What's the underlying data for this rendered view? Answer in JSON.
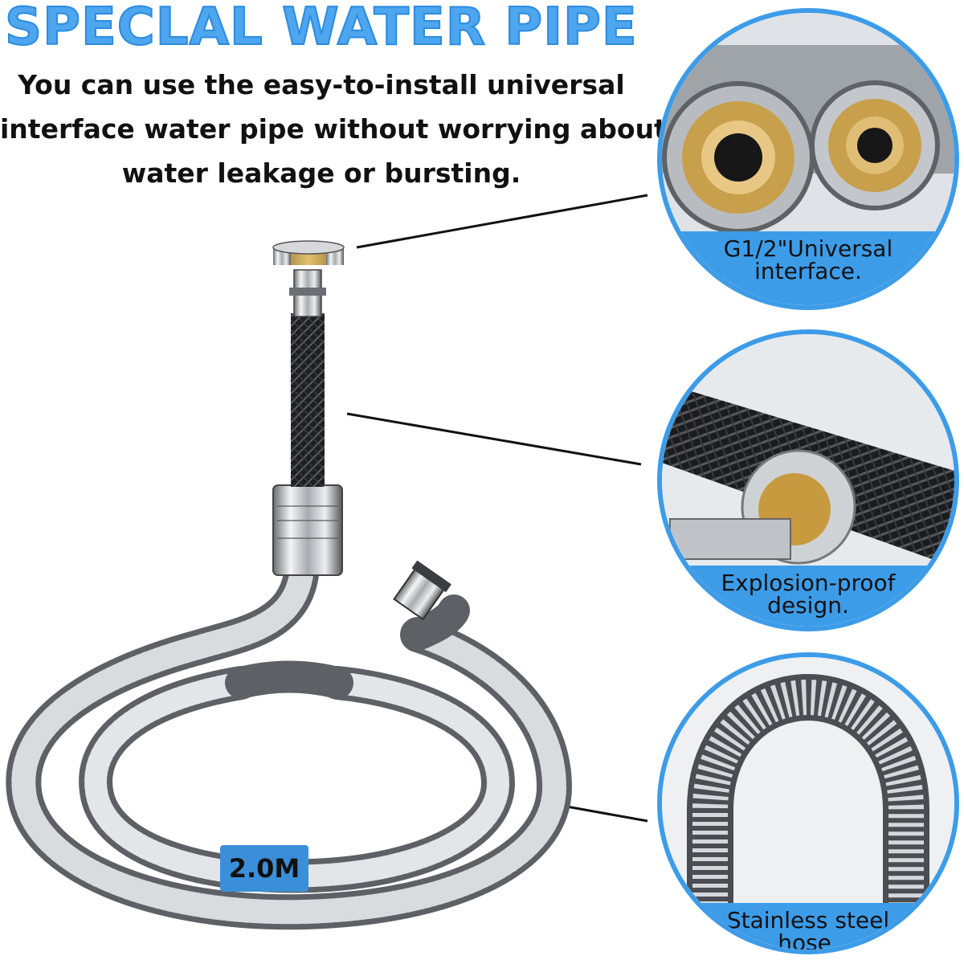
{
  "title": "SPECLAL WATER PIPE",
  "description": [
    "You can use the easy-to-install universal",
    "interface water pipe without worrying about",
    "water leakage or bursting."
  ],
  "length_badge": "2.0M",
  "features": [
    {
      "caption": [
        "G1/2\"Universal",
        "interface."
      ],
      "icon": "brass-fittings-closeup"
    },
    {
      "caption": [
        "Explosion-proof",
        "design."
      ],
      "icon": "braided-hose-closeup"
    },
    {
      "caption": [
        "Stainless steel",
        "hose."
      ],
      "icon": "steel-coil-closeup"
    }
  ],
  "colors": {
    "accent": "#3d9ce8",
    "title": "#4da6ee",
    "text": "#111111",
    "badge": "#3b8fd8"
  }
}
